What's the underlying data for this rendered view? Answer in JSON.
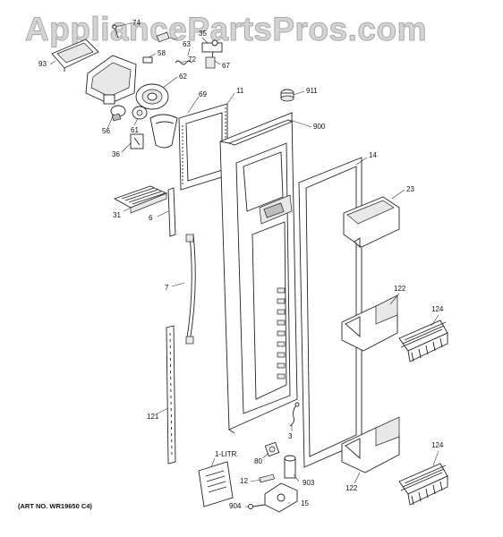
{
  "watermark": "AppliancePartsPros.com",
  "art_number": "(ART NO. WR19650 C4)",
  "part_labels": {
    "p74": "74",
    "p93": "93",
    "p58": "58",
    "p72": "72",
    "p63": "63",
    "p35": "35",
    "p67": "67",
    "p62": "62",
    "p69": "69",
    "p11": "11",
    "p911": "911",
    "p56": "56",
    "p61": "61",
    "p900": "900",
    "p36": "36",
    "p14": "14",
    "p23": "23",
    "p31": "31",
    "p6": "6",
    "p7": "7",
    "p122a": "122",
    "p124a": "124",
    "p121": "121",
    "p3": "3",
    "p1litr": "1-LITR.",
    "p80": "80",
    "p124b": "124",
    "p903": "903",
    "p12": "12",
    "p122b": "122",
    "p904": "904",
    "p15": "15"
  }
}
